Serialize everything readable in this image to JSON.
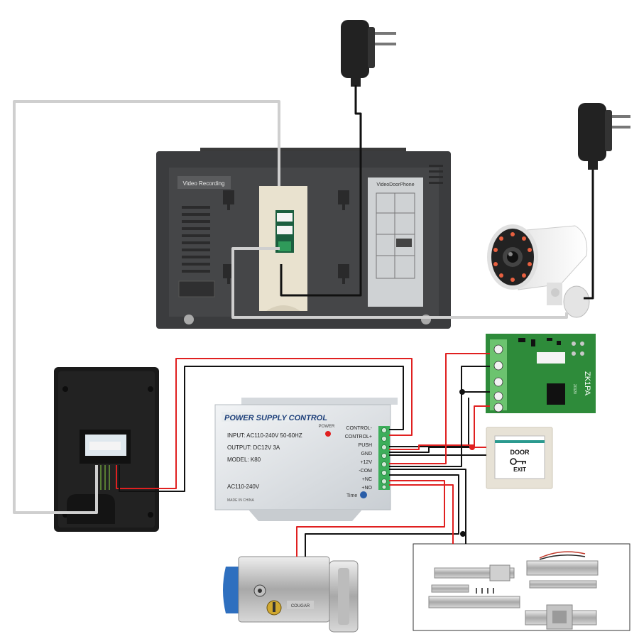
{
  "monitor": {
    "label_video_recording": "Video Recording",
    "sticker_title": "VideoDoorPhone"
  },
  "power_supply": {
    "title": "POWER SUPPLY CONTROL",
    "power_label": "POWER",
    "input": "INPUT: AC110-240V  50-60HZ",
    "output": "OUTPUT: DC12V  3A",
    "model": "MODEL: K80",
    "ac": "AC110-240V",
    "made_in": "MADE IN CHINA",
    "time": "Time",
    "terminals": [
      "CONTROL-",
      "CONTROL+",
      "PUSH",
      "GND",
      "+12V",
      "-COM",
      "+NC",
      "+NO"
    ]
  },
  "relay_board": {
    "label": "ZK1PA",
    "code": "20120"
  },
  "exit_button": {
    "line1": "DOOR",
    "line2": "EXIT"
  },
  "lock": {
    "brand": "COUGAR"
  },
  "colors": {
    "red_wire": "#e02020",
    "black_wire": "#111111",
    "grey_wire": "#cfcfcf",
    "pcb_green": "#2e8b3a"
  }
}
